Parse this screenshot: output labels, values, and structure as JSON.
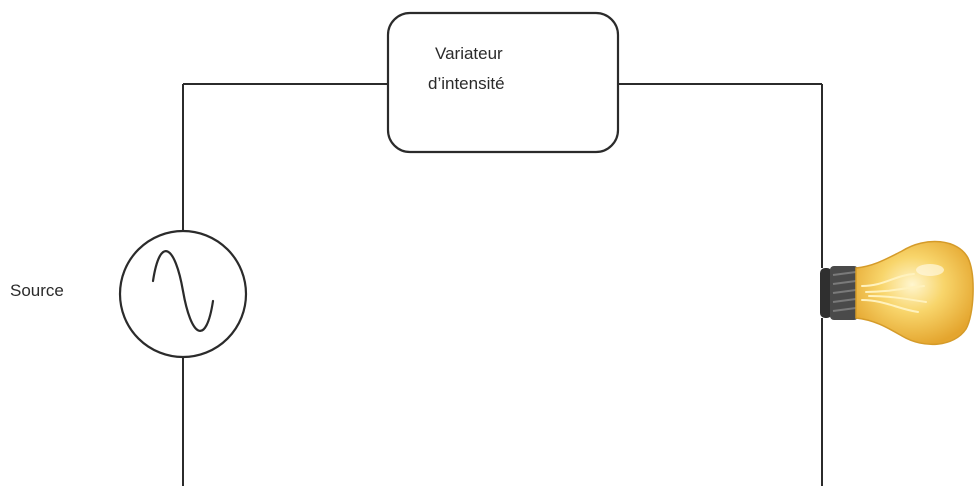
{
  "diagram": {
    "source_label": "Source",
    "dimmer_label_line1": "Variateur",
    "dimmer_label_line2": "d’intensité"
  },
  "icons": {
    "source": "ac-source-icon",
    "lamp": "light-bulb-icon"
  },
  "colors": {
    "wire": "#2b2b2b",
    "bulb_glass": "#f5c242",
    "bulb_base": "#3a3a3a"
  }
}
